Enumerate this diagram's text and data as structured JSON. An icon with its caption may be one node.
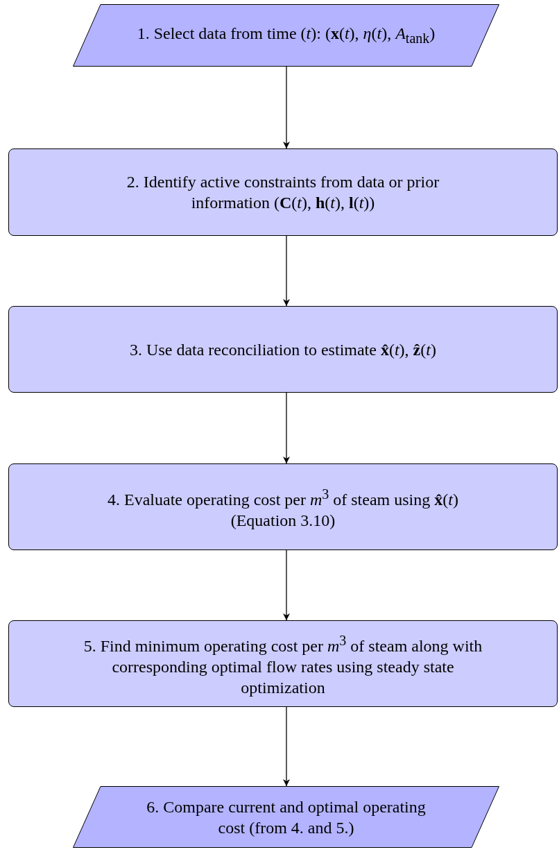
{
  "diagram": {
    "nodes": [
      {
        "text": [
          "1. Select data from time (*t*): (**x**(*t*), *η*(*t*), *A*$_{tank}$)"
        ]
      },
      {
        "text": [
          "2. Identify active constraints from data or prior information (**C**(*t*), **h**(*t*), **l**(*t*))"
        ]
      },
      {
        "text": [
          "3. Use data reconciliation to estimate **x̂**(*t*), **ẑ**(*t*)"
        ]
      },
      {
        "text": [
          "4. Evaluate operating cost per *m*$^{3}$ of steam using **x̂**(*t*) (Equation 3.10)"
        ]
      },
      {
        "text": [
          "5. Find minimum operating cost per *m*$^{3}$ of steam along with corresponding optimal flow rates using steady state optimization"
        ]
      },
      {
        "text": [
          "6. Compare current and optimal operating cost (from 4. and 5.)"
        ]
      }
    ],
    "edges": [
      {
        "from": 0,
        "to": 1,
        "arrow": "to"
      },
      {
        "from": 1,
        "to": 2,
        "arrow": "to"
      },
      {
        "from": 2,
        "to": 3,
        "arrow": "to"
      },
      {
        "from": 3,
        "to": 4,
        "arrow": "to"
      },
      {
        "from": 4,
        "to": 5,
        "arrow": "to"
      }
    ]
  }
}
